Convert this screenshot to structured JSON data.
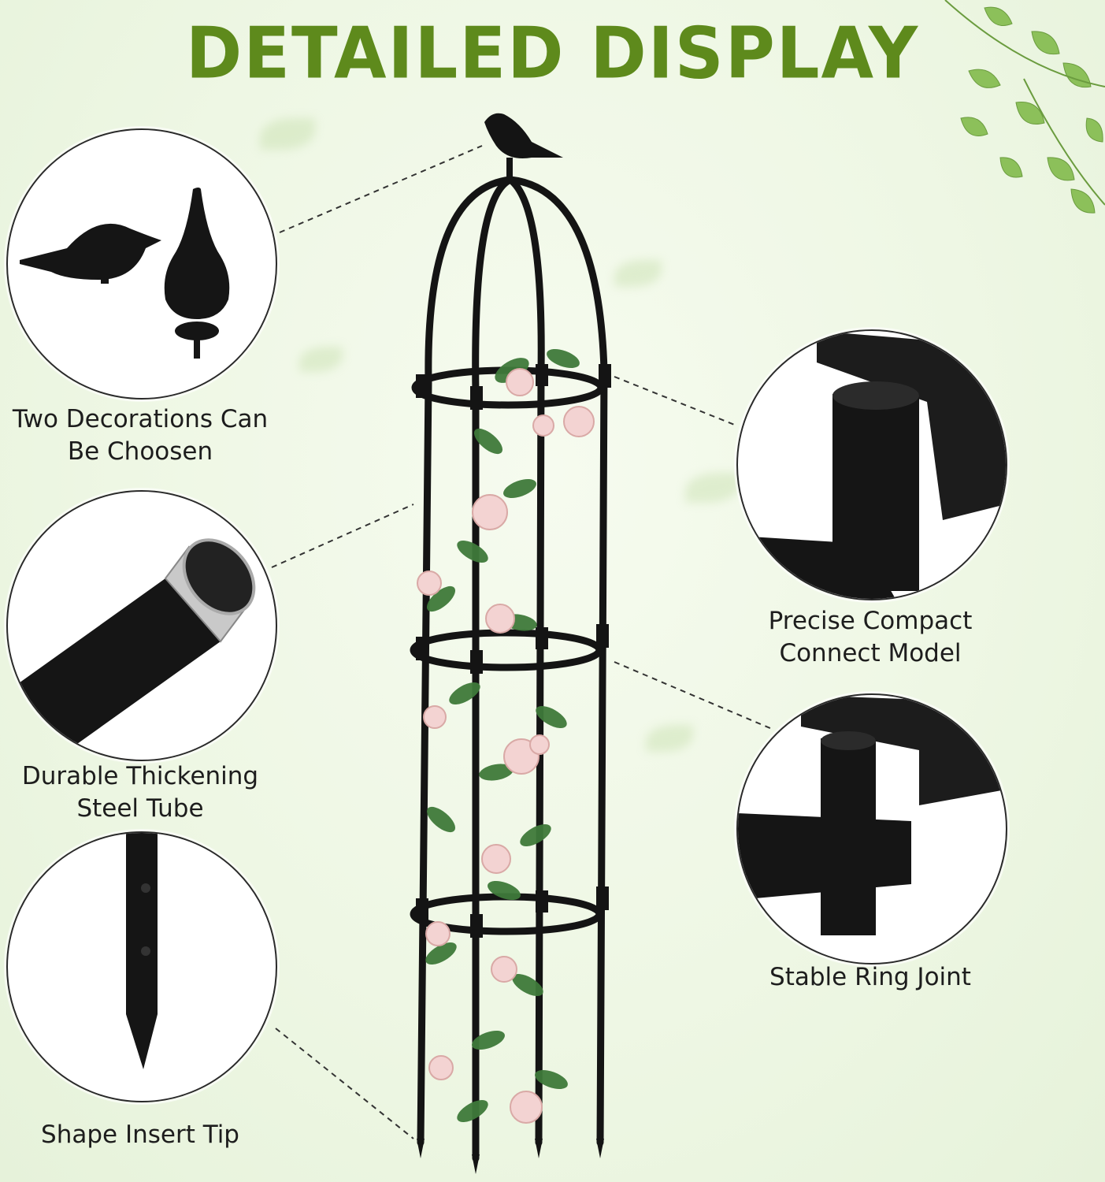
{
  "header": {
    "title": "DETAILED DISPLAY"
  },
  "features": {
    "decorations": {
      "line1": "Two Decorations Can",
      "line2": "Be Choosen"
    },
    "tube": {
      "line1": "Durable Thickening",
      "line2": "Steel Tube"
    },
    "tip": {
      "line1": "Shape Insert Tip"
    },
    "connect": {
      "line1": "Precise Compact",
      "line2": "Connect Model"
    },
    "joint": {
      "line1": "Stable Ring Joint"
    }
  },
  "colors": {
    "title": "#5e8a1c",
    "trellis": "#141414",
    "leaf": "#3f7a3a",
    "rose": "#f3d3d2"
  }
}
